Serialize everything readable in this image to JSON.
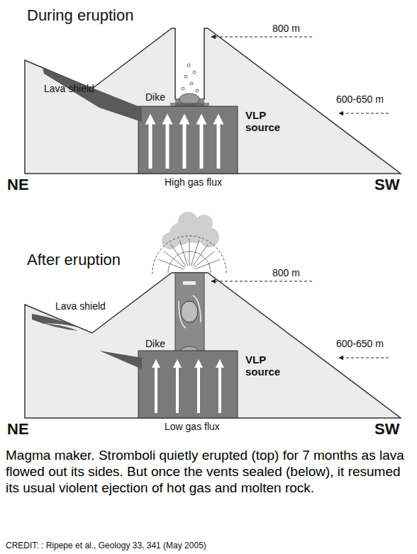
{
  "diagram": {
    "caption": "Magma maker. Stromboli quietly erupted (top) for 7 months as lava flowed out its sides. But once the vents sealed (below), it resumed its usual violent ejection of hot gas and molten rock.",
    "labels": [
      "During eruption",
      "800 m",
      "Lava shield",
      "Dike",
      "VLP source",
      "600-650 m",
      "NE",
      "High gas flux",
      "SW",
      "After eruption",
      "800 m",
      "Lava shield",
      "Dike",
      "VLP source",
      "600-650 m",
      "NE",
      "Low gas flux",
      "SW",
      "CREDIT: : Ripepe et al., Geology 33, 341 (May 2005)"
    ]
  }
}
